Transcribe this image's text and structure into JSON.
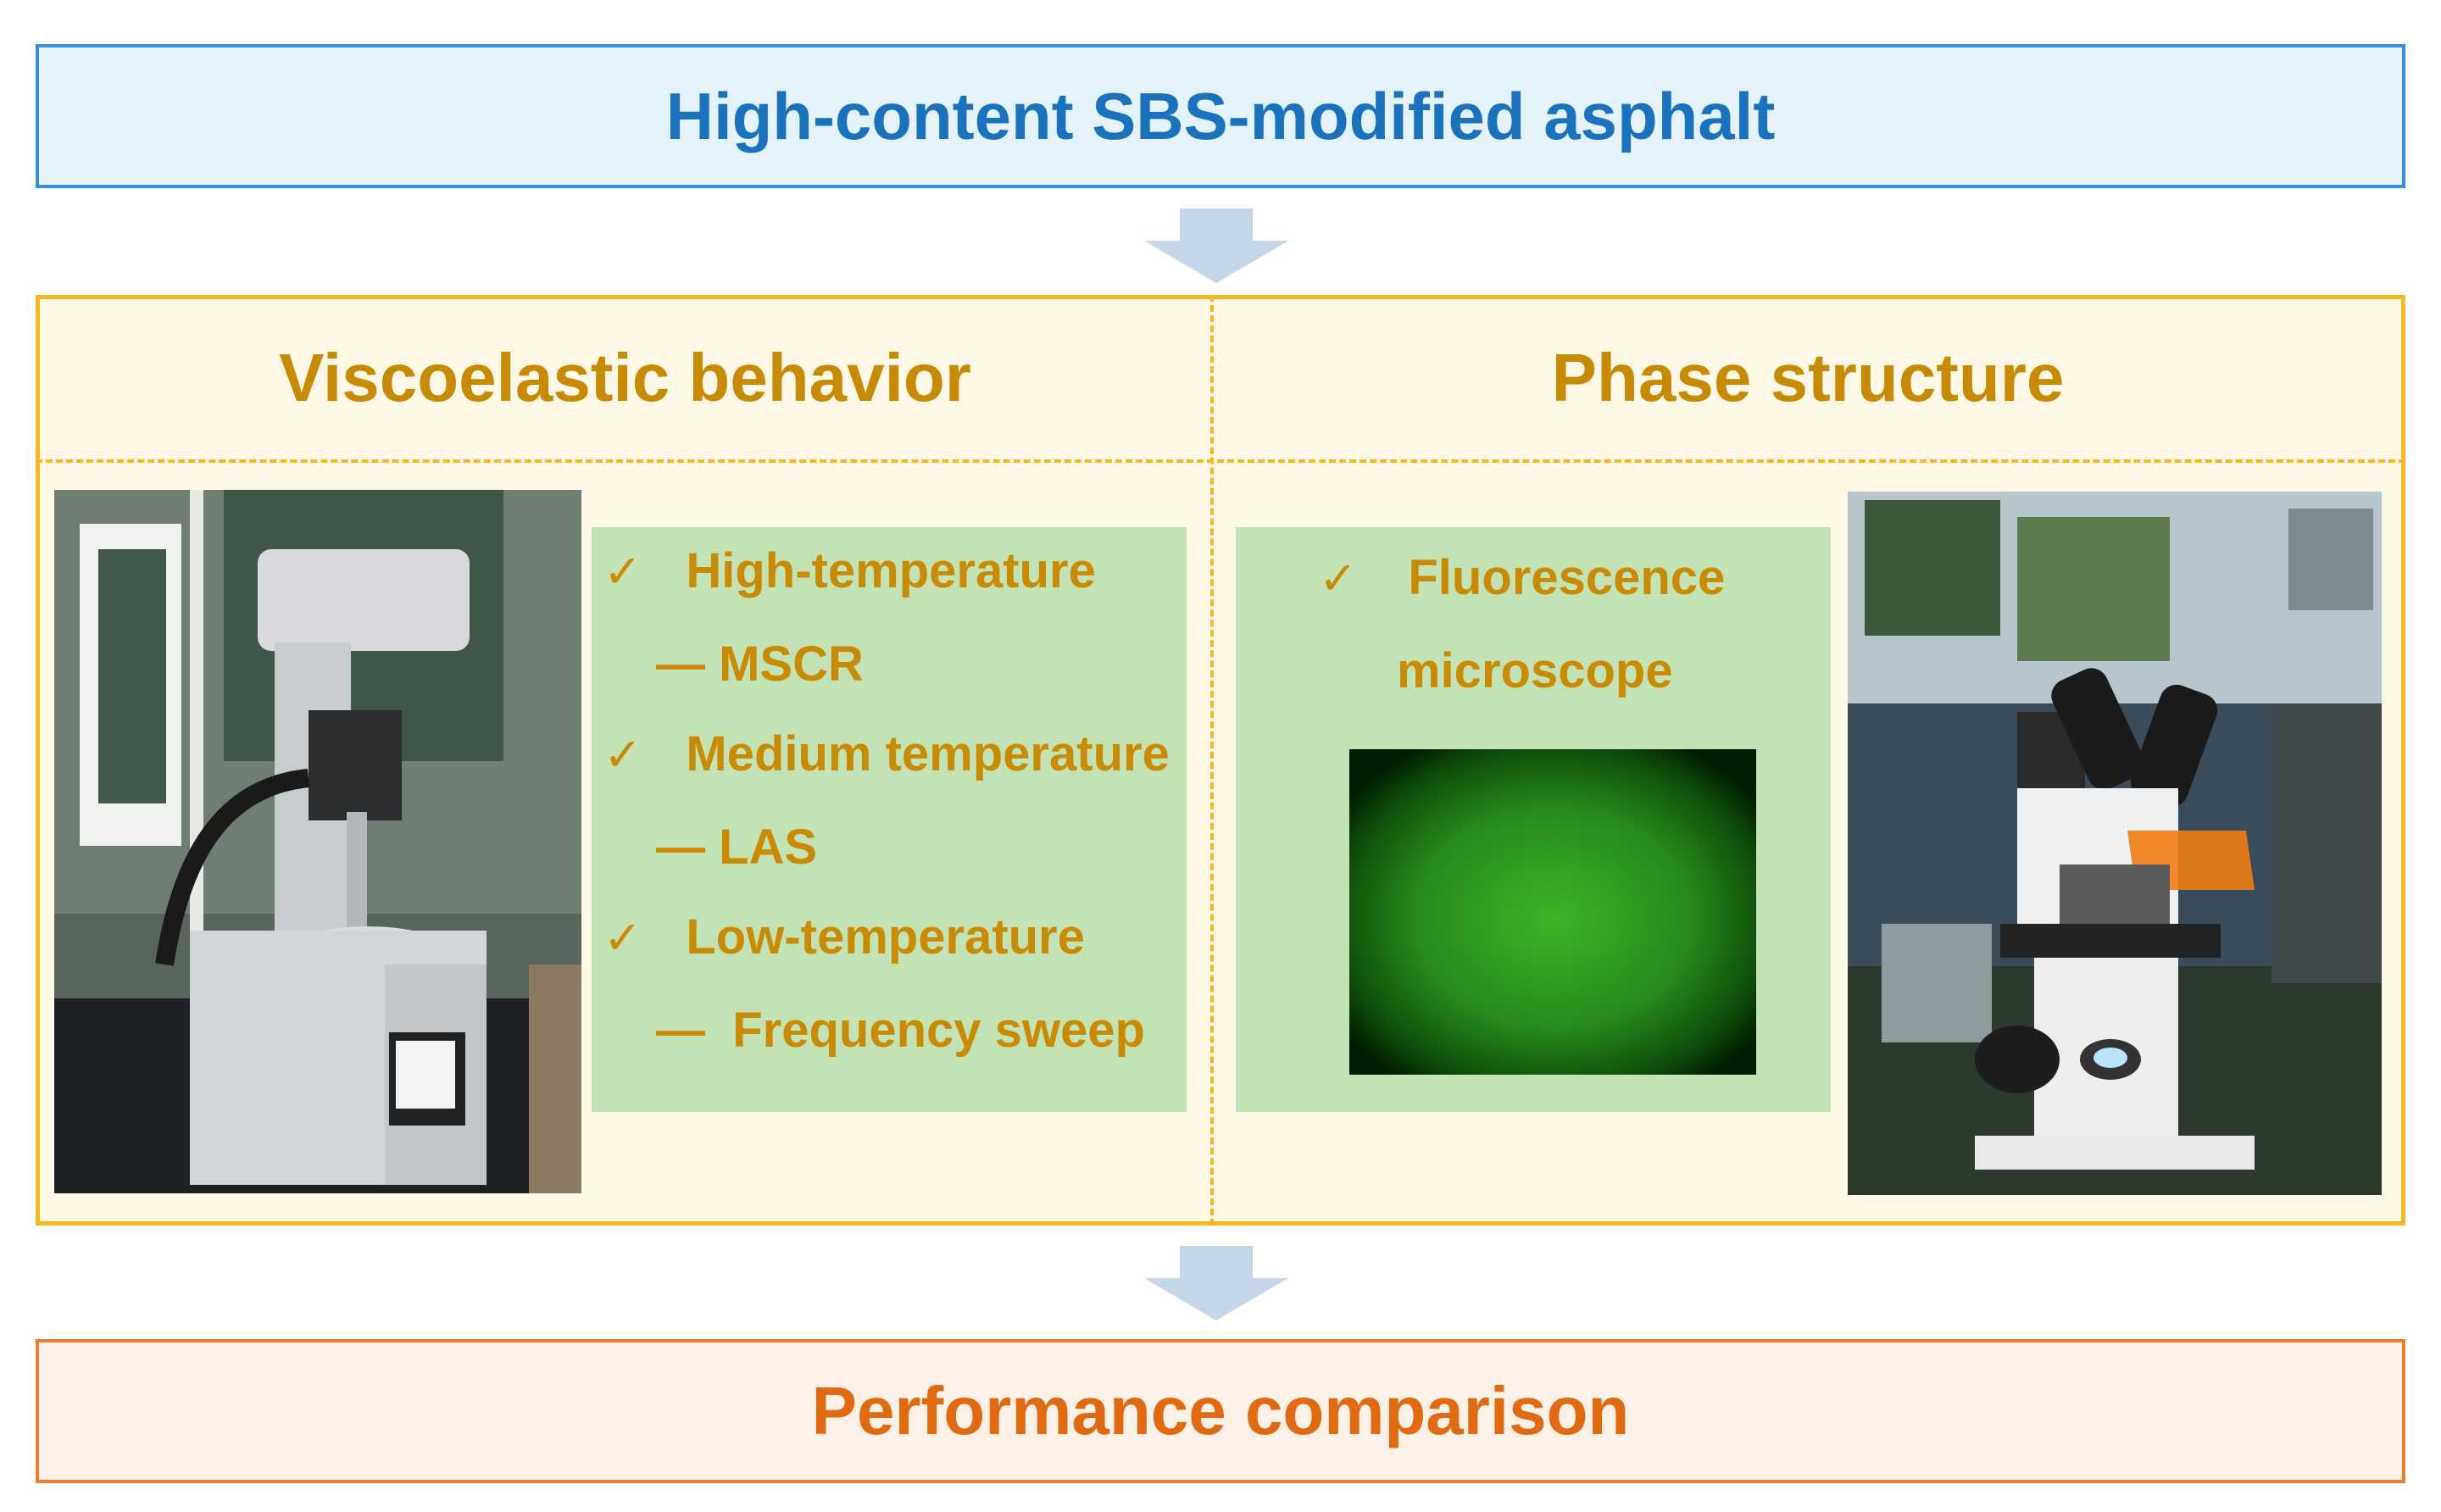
{
  "header": {
    "title": "High-content SBS-modified asphalt"
  },
  "viscoelastic": {
    "title": "Viscoelastic behavior",
    "items": [
      {
        "check": "✓",
        "label": "High-temperature",
        "method": "— MSCR"
      },
      {
        "check": "✓",
        "label": "Medium temperature",
        "method": "— LAS"
      },
      {
        "check": "✓",
        "label": "Low-temperature",
        "method": "—  Frequency sweep"
      }
    ]
  },
  "phase": {
    "title": "Phase structure",
    "check": "✓",
    "item_line1": "Fluorescence",
    "item_line2": "microscope"
  },
  "footer": {
    "title": "Performance comparison"
  },
  "colors": {
    "top_border": "#3b8fd6",
    "top_fill": "#e4f2fb",
    "top_text": "#1a72bd",
    "mid_border": "#f4b920",
    "mid_fill": "#fff8e6",
    "mid_text": "#c68a05",
    "list_fill": "#c4e3b4",
    "arrow": "#c5d6e8",
    "bottom_border": "#ee7e2e",
    "bottom_fill": "#fdf0e6",
    "bottom_text": "#e06a12"
  },
  "icons": [
    "checkmark-icon",
    "down-arrow-icon"
  ]
}
